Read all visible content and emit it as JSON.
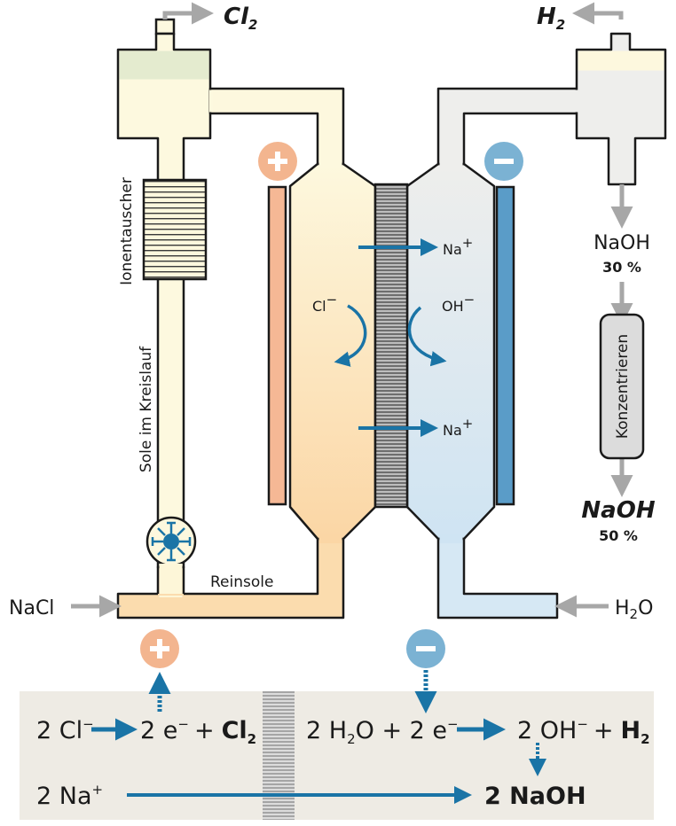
{
  "labels": {
    "cl2": "Cl",
    "cl2_sub": "2",
    "h2": "H",
    "h2_sub": "2",
    "naoh_top": "NaOH",
    "naoh_top_pct": "30 %",
    "konzentrieren": "Konzentrieren",
    "naoh_bottom": "NaOH",
    "naoh_bottom_pct": "50 %",
    "ionentauscher": "Ionentauscher",
    "sole": "Sole im Kreislauf",
    "reinsole": "Reinsole",
    "nacl": "NaCl",
    "h2o": "H",
    "h2o_sub": "2",
    "h2o_o": "O",
    "ion_na_top": "Na",
    "ion_na_top_sup": "+",
    "ion_cl": "Cl",
    "ion_cl_sup": "−",
    "ion_oh": "OH",
    "ion_oh_sup": "−",
    "ion_na_bottom": "Na",
    "ion_na_bottom_sup": "+"
  },
  "electrodes": {
    "anode_symbol": "+",
    "cathode_symbol": "−"
  },
  "equations": {
    "row1_left": "2 Cl",
    "row1_left_sup": "−",
    "row1_mid_a": "2 e",
    "row1_mid_a_sup": "−",
    "row1_mid_plus": "+",
    "row1_mid_cl": "Cl",
    "row1_mid_cl_sub": "2",
    "row1_right_a": "2 H",
    "row1_right_a_sub": "2",
    "row1_right_b": "O + 2 e",
    "row1_right_b_sup": "−",
    "row1_far_a": "2 OH",
    "row1_far_a_sup": "−",
    "row1_far_plus": "+",
    "row1_far_h": "H",
    "row1_far_h_sub": "2",
    "row2_left": "2 Na",
    "row2_left_sup": "+",
    "row2_right": "2 NaOH"
  },
  "colors": {
    "anode_fill": "#fde8c4",
    "anode_fill_light": "#fdf6dc",
    "cathode_fill": "#dbeaf5",
    "cathode_fill_light": "#eef2f4",
    "anode_electrode": "#f5b895",
    "cathode_electrode": "#5a9cc8",
    "plus_circle": "#f3b58f",
    "minus_circle": "#7bb2d3",
    "arrow_blue": "#1a74a6",
    "arrow_grey": "#a7a7a7",
    "membrane": "#909090",
    "bottom_panel": "#eeebe4",
    "outline": "#1a1a1a"
  }
}
